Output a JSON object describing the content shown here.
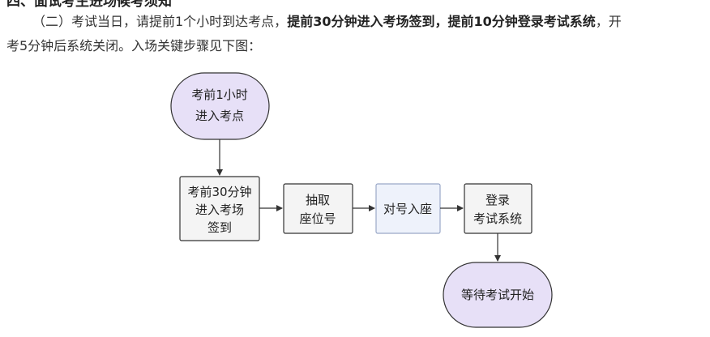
{
  "doc": {
    "heading_partial": "四、面试考生进场候考须知",
    "paragraph": {
      "intro": "（二）考试当日，请提前1个小时到达考点，",
      "bold1": "提前30分钟进入考场签到，提前10分钟登录考试系统",
      "after_bold": "，开",
      "line2": "考5分钟后系统关闭。入场关键步骤见下图："
    }
  },
  "flowchart": {
    "node1": {
      "line1": "考前1小时",
      "line2": "进入考点"
    },
    "node2": {
      "line1": "考前30分钟",
      "line2": "进入考场",
      "line3": "签到"
    },
    "node3": {
      "line1": "抽取",
      "line2": "座位号"
    },
    "node4": {
      "label": "对号入座"
    },
    "node5": {
      "line1": "登录",
      "line2": "考试系统"
    },
    "node6": {
      "label": "等待考试开始"
    },
    "colors": {
      "terminal_fill": "#e7e0f7",
      "process_fill": "#f4f4f4",
      "highlight_fill": "#eef2fb",
      "stroke": "#333333"
    }
  }
}
